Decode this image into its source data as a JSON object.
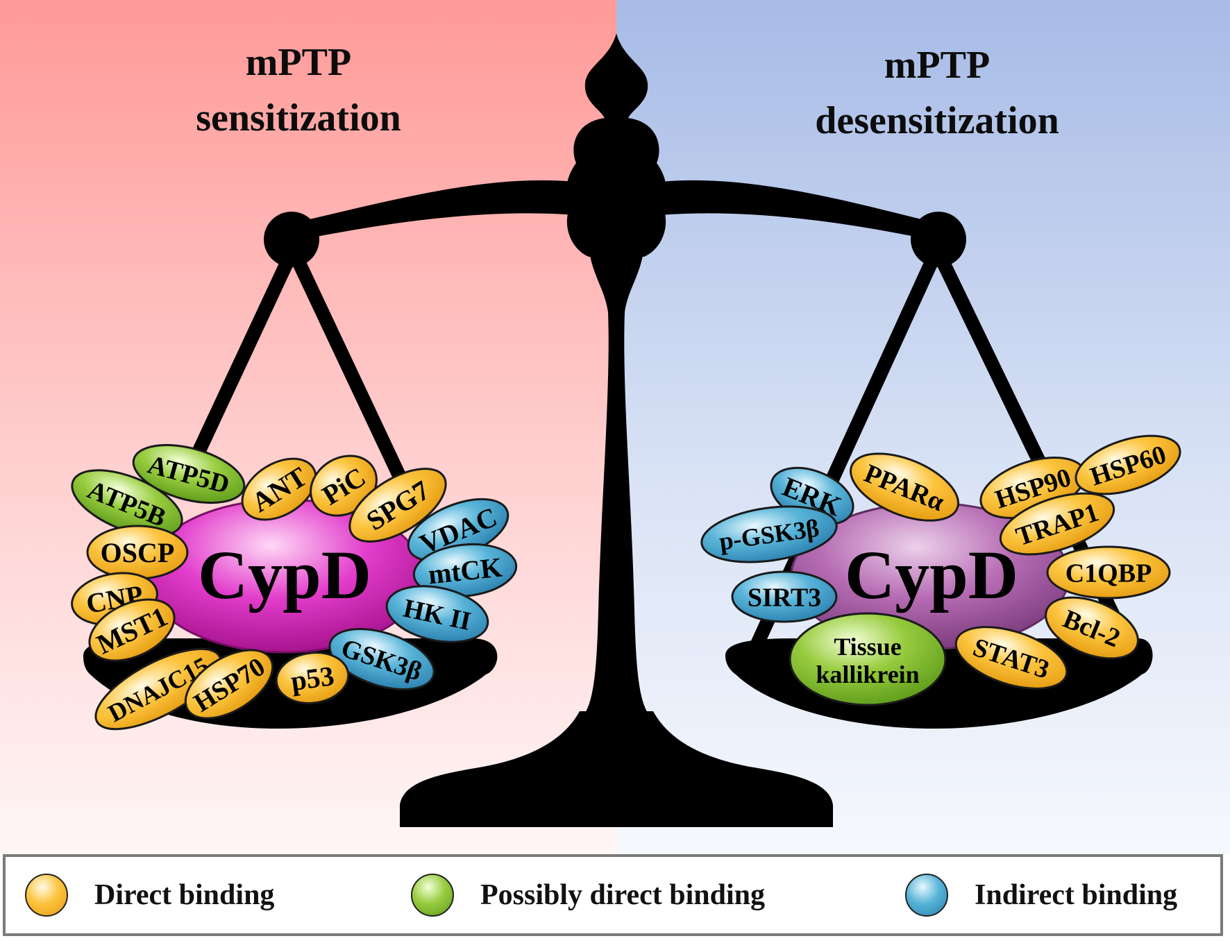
{
  "titles": {
    "left": [
      "mPTP",
      "sensitization"
    ],
    "right": [
      "mPTP",
      "desensitization"
    ]
  },
  "center_label": "CypD",
  "colors": {
    "left_background": "#ff9a98",
    "right_background": "#a7bbe6",
    "direct": "#fcc43e",
    "possibly_direct": "#98cc3f",
    "indirect": "#58b4d8",
    "cypd_left": "#e23ccb",
    "cypd_right": "#b66cb3",
    "scale": "#000000"
  },
  "left_pan_proteins": [
    {
      "label": "ATP5D",
      "binding": "possibly_direct"
    },
    {
      "label": "ATP5B",
      "binding": "possibly_direct"
    },
    {
      "label": "ANT",
      "binding": "direct"
    },
    {
      "label": "PiC",
      "binding": "direct"
    },
    {
      "label": "SPG7",
      "binding": "direct"
    },
    {
      "label": "OSCP",
      "binding": "direct"
    },
    {
      "label": "VDAC",
      "binding": "indirect"
    },
    {
      "label": "mtCK",
      "binding": "indirect"
    },
    {
      "label": "CNP",
      "binding": "direct"
    },
    {
      "label": "HK II",
      "binding": "indirect"
    },
    {
      "label": "MST1",
      "binding": "direct"
    },
    {
      "label": "GSK3β",
      "binding": "indirect"
    },
    {
      "label": "DNAJC15",
      "binding": "direct"
    },
    {
      "label": "HSP70",
      "binding": "direct"
    },
    {
      "label": "p53",
      "binding": "direct"
    }
  ],
  "right_pan_proteins": [
    {
      "label": "ERK",
      "binding": "indirect"
    },
    {
      "label": "PPARα",
      "binding": "direct"
    },
    {
      "label": "HSP90",
      "binding": "direct"
    },
    {
      "label": "HSP60",
      "binding": "direct"
    },
    {
      "label": "p-GSK3β",
      "binding": "indirect"
    },
    {
      "label": "TRAP1",
      "binding": "direct"
    },
    {
      "label": "C1QBP",
      "binding": "direct"
    },
    {
      "label": "SIRT3",
      "binding": "indirect"
    },
    {
      "label": "Bcl-2",
      "binding": "direct"
    },
    {
      "label": "Tissue kallikrein",
      "binding": "possibly_direct"
    },
    {
      "label": "STAT3",
      "binding": "direct"
    }
  ],
  "legend": [
    {
      "label": "Direct binding",
      "binding": "direct"
    },
    {
      "label": "Possibly direct binding",
      "binding": "possibly_direct"
    },
    {
      "label": "Indirect binding",
      "binding": "indirect"
    }
  ]
}
